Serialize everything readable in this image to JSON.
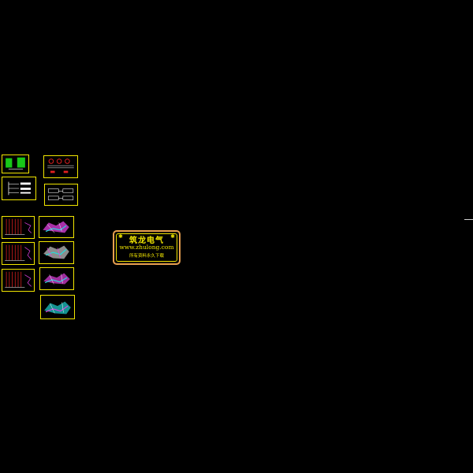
{
  "stamp": {
    "title": "筑龙电气",
    "url": "www.zhulong.com",
    "note": "所有资料永久下载",
    "star_glyph": "✱"
  },
  "colors": {
    "background": "#000000",
    "frame": "#f2e600",
    "stamp_border": "#e8a050",
    "green": "#18c818",
    "red": "#e02020",
    "magenta": "#e040e0",
    "cyan": "#20e0e0",
    "white": "#ffffff"
  },
  "drawing_sheets": [
    {
      "id": "legend-green",
      "kind": "legend"
    },
    {
      "id": "symbols-table",
      "kind": "symbols"
    },
    {
      "id": "system-diagram-a",
      "kind": "system"
    },
    {
      "id": "system-diagram-b",
      "kind": "system"
    },
    {
      "id": "riser-1",
      "kind": "riser"
    },
    {
      "id": "plan-1",
      "kind": "plan"
    },
    {
      "id": "riser-2",
      "kind": "riser"
    },
    {
      "id": "plan-2",
      "kind": "plan"
    },
    {
      "id": "riser-3",
      "kind": "riser"
    },
    {
      "id": "plan-3",
      "kind": "plan"
    },
    {
      "id": "plan-4",
      "kind": "plan"
    }
  ]
}
